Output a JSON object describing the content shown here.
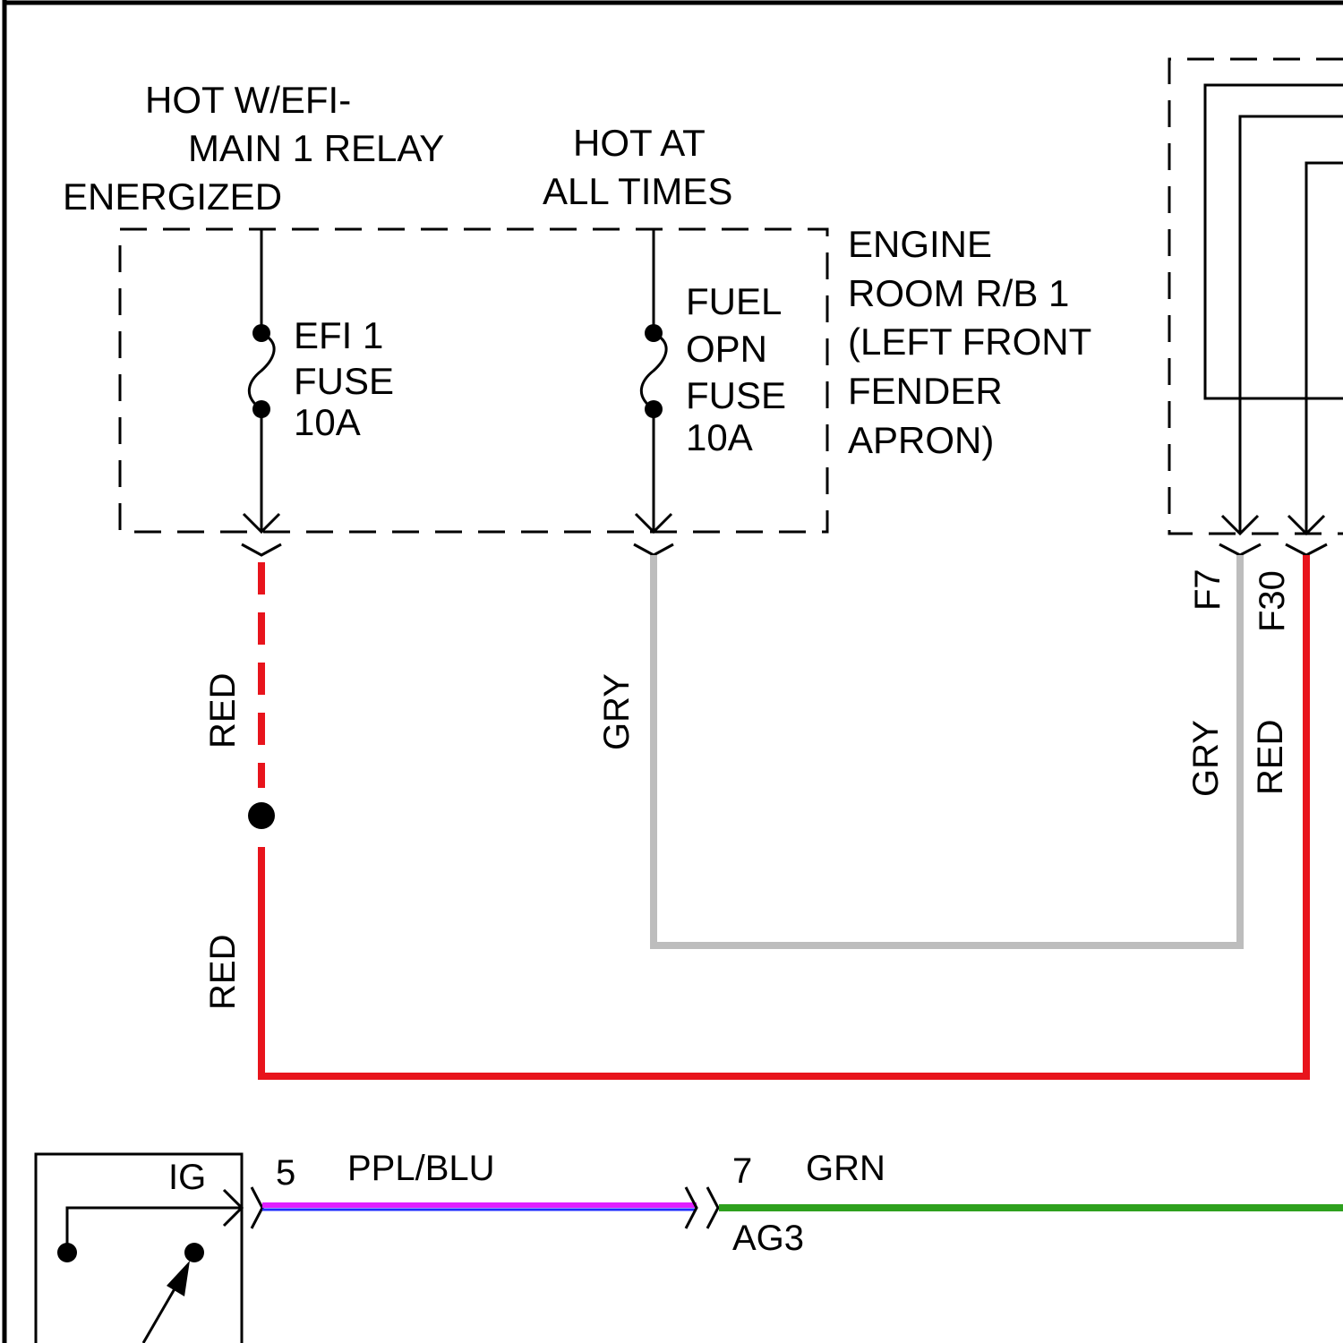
{
  "labels": {
    "efi_relay_line1": "HOT W/EFI-",
    "efi_relay_line2": "MAIN 1 RELAY",
    "efi_relay_line3": "ENERGIZED",
    "hot_line1": "HOT AT",
    "hot_line2": "ALL TIMES",
    "efi_fuse_line1": "EFI 1",
    "efi_fuse_line2": "FUSE",
    "efi_fuse_line3": "10A",
    "fuel_fuse_line1": "FUEL",
    "fuel_fuse_line2": "OPN",
    "fuel_fuse_line3": "FUSE",
    "fuel_fuse_line4": "10A",
    "rb_line1": "ENGINE",
    "rb_line2": "ROOM R/B 1",
    "rb_line3": "(LEFT FRONT",
    "rb_line4": "FENDER",
    "rb_line5": "APRON)"
  },
  "wires": {
    "red_upper": "RED",
    "red_lower": "RED",
    "gry_left": "GRY",
    "f7": "F7",
    "f30": "F30",
    "gry_right": "GRY",
    "red_right": "RED",
    "ppl_blu": "PPL/BLU",
    "grn": "GRN"
  },
  "pins": {
    "ig": "IG",
    "pin5": "5",
    "pin7": "7",
    "ag3": "AG3"
  },
  "colors": {
    "red": "#e8141c",
    "gray": "#bdbdbd",
    "purple": "#e020ff",
    "blue": "#1f2cff",
    "green": "#2ea01e"
  }
}
